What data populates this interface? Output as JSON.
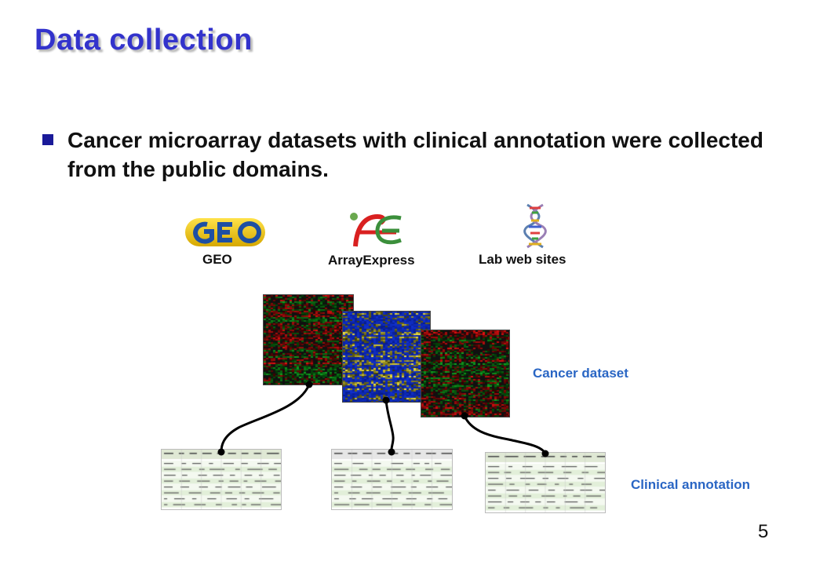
{
  "slide": {
    "title": "Data collection",
    "bullet": "Cancer microarray datasets with clinical annotation were collected from the public domains.",
    "page_number": "5"
  },
  "sources": {
    "geo": {
      "label": "GEO",
      "icon": "geo-logo-icon"
    },
    "arrayexpress": {
      "label": "ArrayExpress",
      "icon": "arrayexpress-logo-icon"
    },
    "lab": {
      "label": "Lab web sites",
      "icon": "dna-helix-icon"
    }
  },
  "labels": {
    "cancer_dataset": "Cancer dataset",
    "clinical_annotation": "Clinical annotation"
  },
  "colors": {
    "title": "#3333cc",
    "accent_label": "#2a66c4",
    "bullet": "#1a1a99",
    "heatmap_red": "#e01010",
    "heatmap_green": "#10a020",
    "heatmap_blue": "#1030d0",
    "heatmap_yellow": "#f0e040"
  }
}
